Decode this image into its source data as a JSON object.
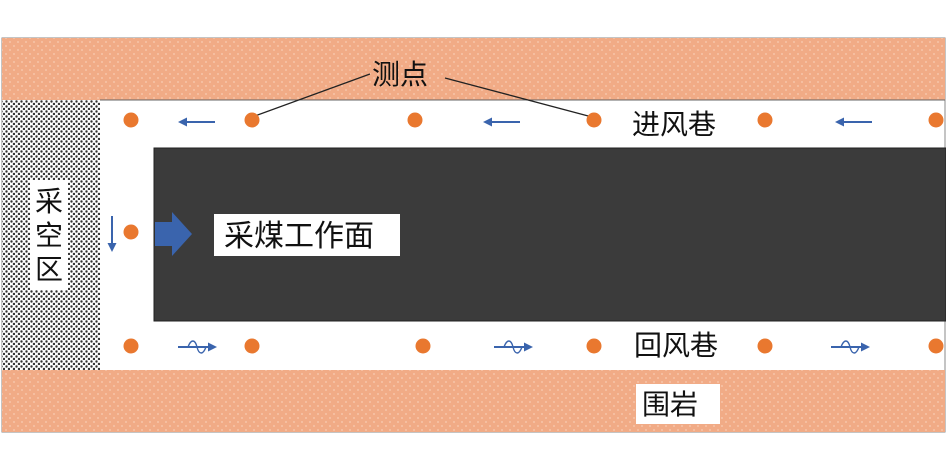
{
  "labels": {
    "measuring_point": "测点",
    "intake_airway": "进风巷",
    "return_airway": "回风巷",
    "working_face": "采煤工作面",
    "goaf": "采空区",
    "goaf_chars": [
      "采",
      "空",
      "区"
    ],
    "surrounding_rock": "围岩"
  },
  "colors": {
    "rock": "#f1ab86",
    "rock_dot": "#f8cdb3",
    "coal": "#3b3b3b",
    "goaf_dot": "#333333",
    "point": "#e9782f",
    "arrow": "#3a64ad",
    "leader": "#222222"
  },
  "icons": {
    "flow_arrow": "arrow-left-icon",
    "return_flow": "wavy-arrow-right-icon",
    "advance": "block-arrow-right-icon"
  }
}
